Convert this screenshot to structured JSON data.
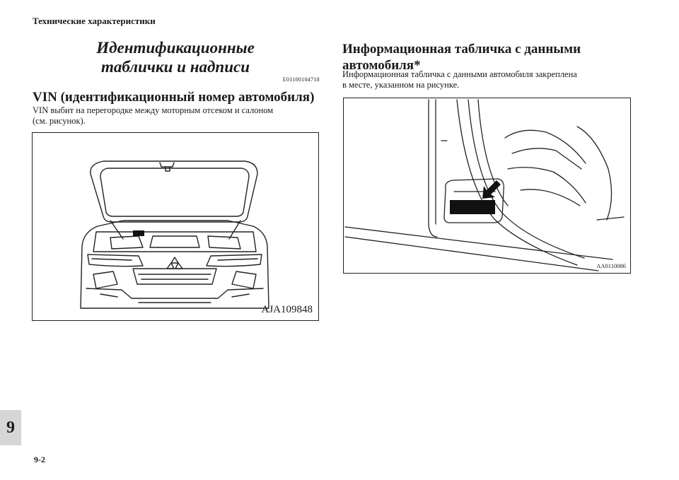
{
  "header": {
    "running_title": "Технические характеристики"
  },
  "section": {
    "title_line1": "Идентификационные",
    "title_line2": "таблички и надписи",
    "code": "E01100104718"
  },
  "vin": {
    "heading": "VIN (идентификационный номер автомобиля)",
    "text_line1": "VIN выбит на перегородке между моторным отсеком и салоном",
    "text_line2": "(см. рисунок).",
    "figure_code": "AJA109848"
  },
  "info_plate": {
    "heading_line1": "Информационная табличка с данными",
    "heading_line2": "автомобиля*",
    "text_line1": "Информационная табличка с данными автомобиля закреплена",
    "text_line2": "в месте, указанном на рисунке.",
    "figure_code": "AA0110086"
  },
  "footer": {
    "chapter": "9",
    "page": "9-2"
  }
}
